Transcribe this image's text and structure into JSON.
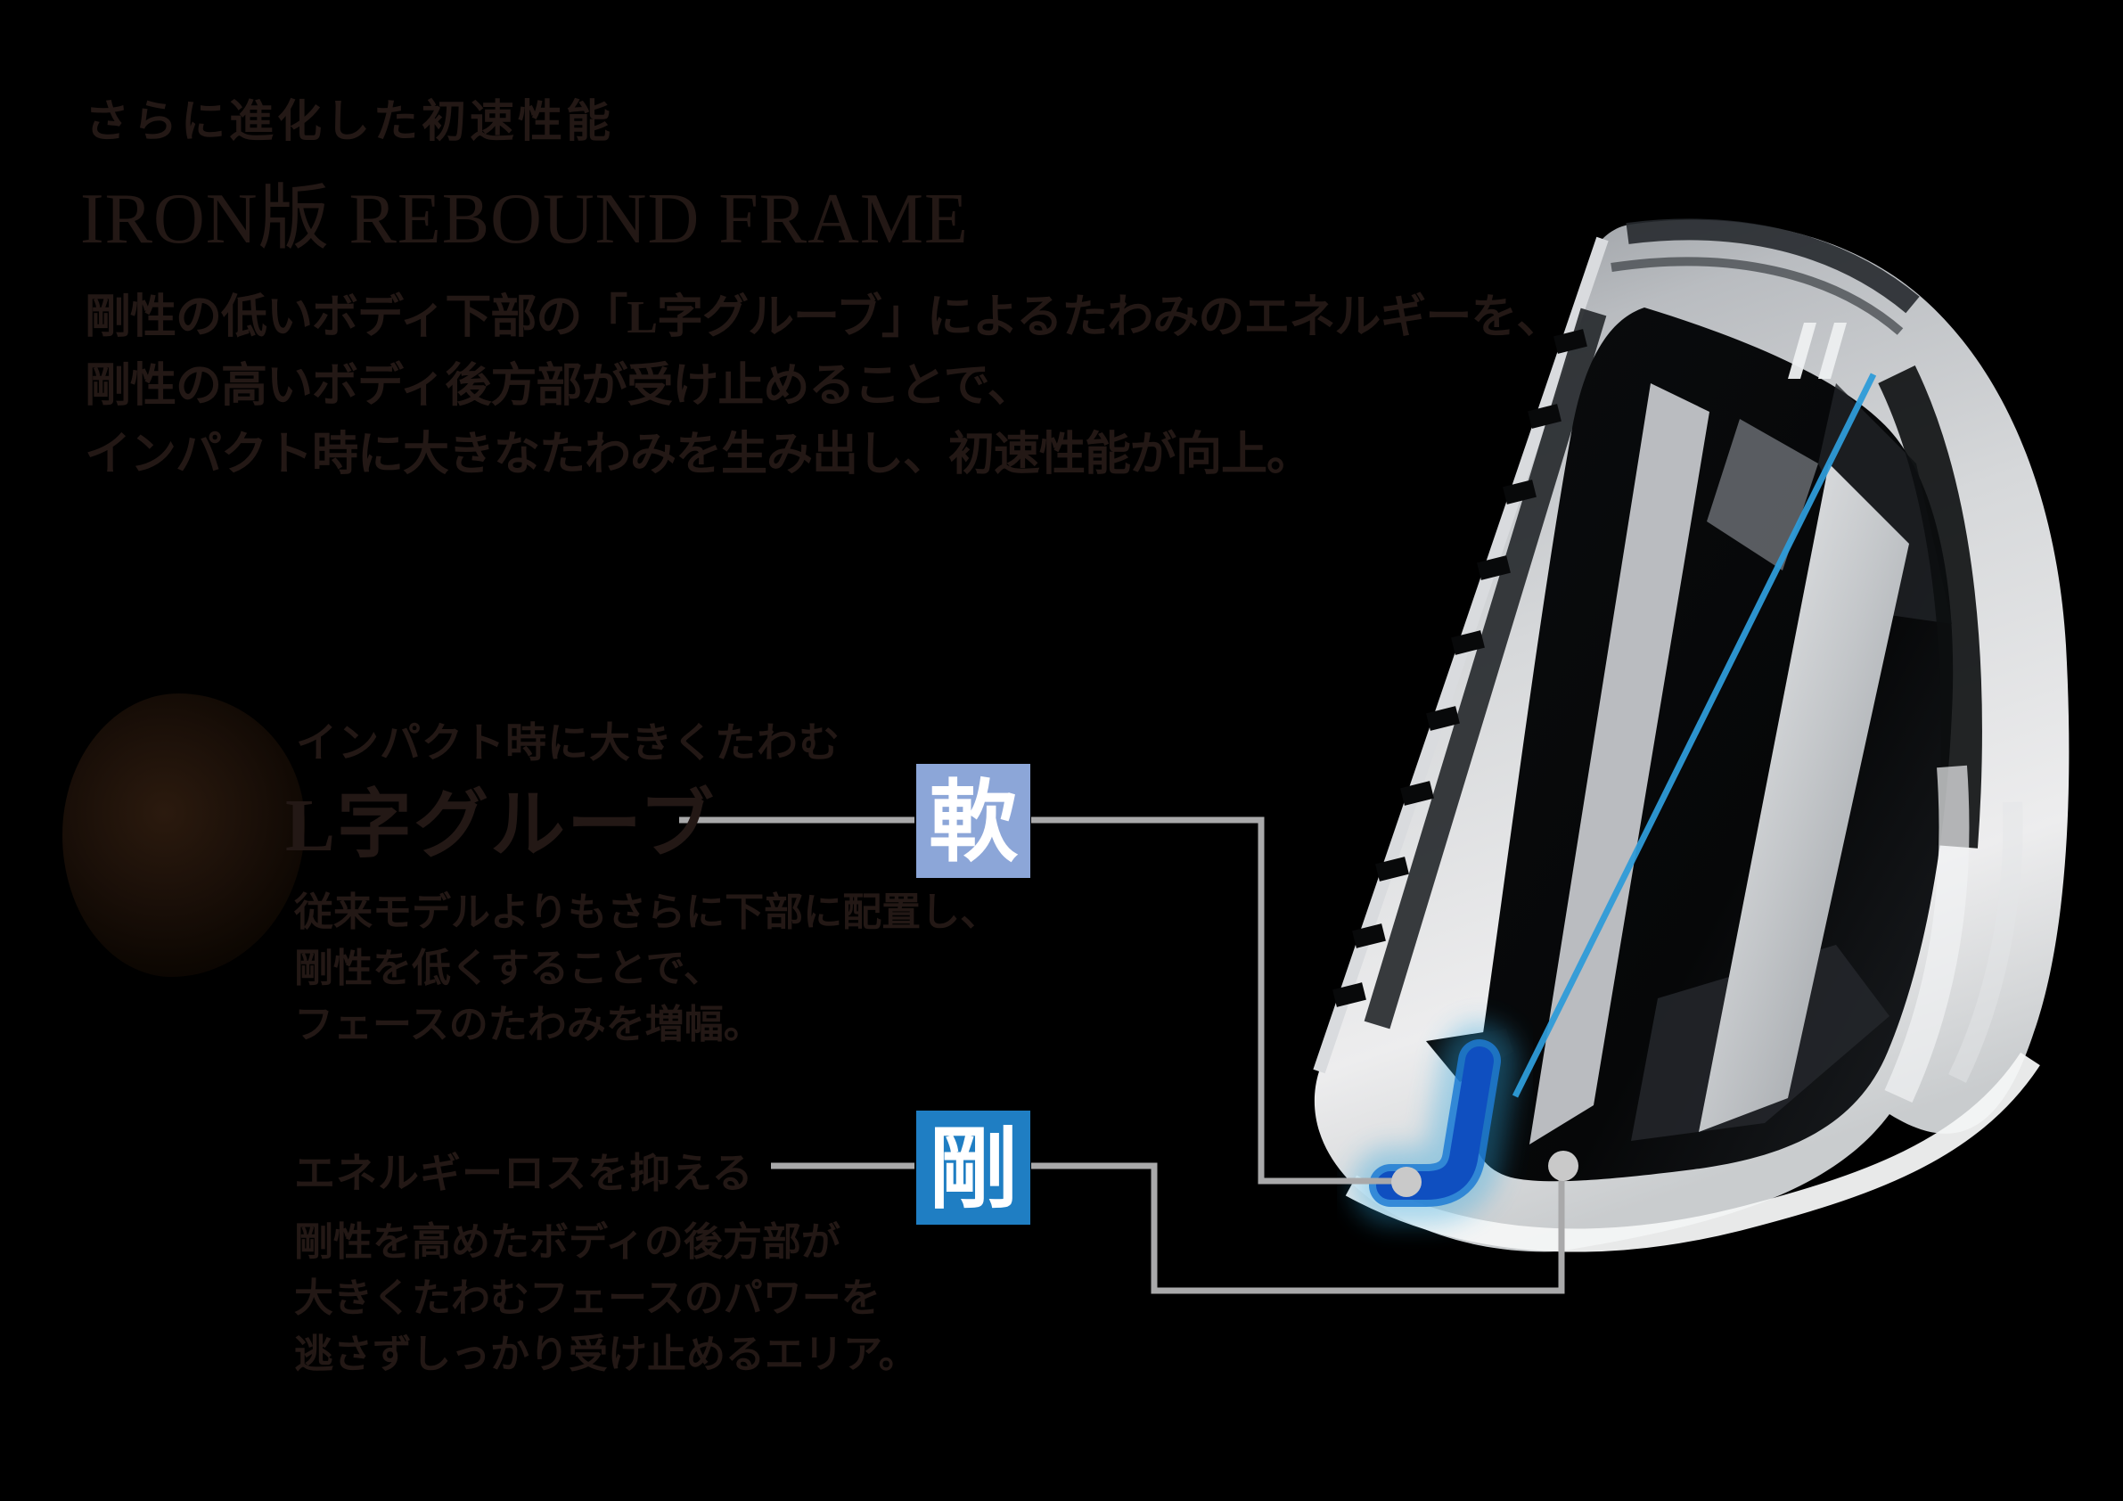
{
  "page": {
    "background": "#000000",
    "text_color": "#231815"
  },
  "header": {
    "eyebrow": "さらに進化した初速性能",
    "title": "IRON版 REBOUND FRAME",
    "description_lines": [
      "剛性の低いボディ下部の「L字グルーブ」によるたわみのエネルギーを、",
      "剛性の高いボディ後方部が受け止めることで、",
      "インパクト時に大きなたわみを生み出し、初速性能が向上。"
    ]
  },
  "callouts": {
    "soft": {
      "eyebrow": "インパクト時に大きくたわむ",
      "title": "L字グルーブ",
      "body_lines": [
        "従来モデルよりもさらに下部に配置し、",
        "剛性を低くすることで、",
        "フェースのたわみを増幅。"
      ],
      "badge_label": "軟",
      "badge_color": "#8ca6d8"
    },
    "rigid": {
      "title": "エネルギーロスを抑える",
      "body_lines": [
        "剛性を高めたボディの後方部が",
        "大きくたわむフェースのパワーを",
        "逃さずしっかり受け止めるエリア。"
      ],
      "badge_label": "剛",
      "badge_color": "#1f7ec3"
    }
  },
  "diagram": {
    "illustration": "iron-head-cross-section",
    "connector_color": "#a9a9aa",
    "marker_dot_color": "#c9c9c9",
    "face_line_color": "#2e9bd8",
    "l_groove_core_color": "#0f4fc0",
    "l_groove_glow_color": "#2fa8e0"
  }
}
